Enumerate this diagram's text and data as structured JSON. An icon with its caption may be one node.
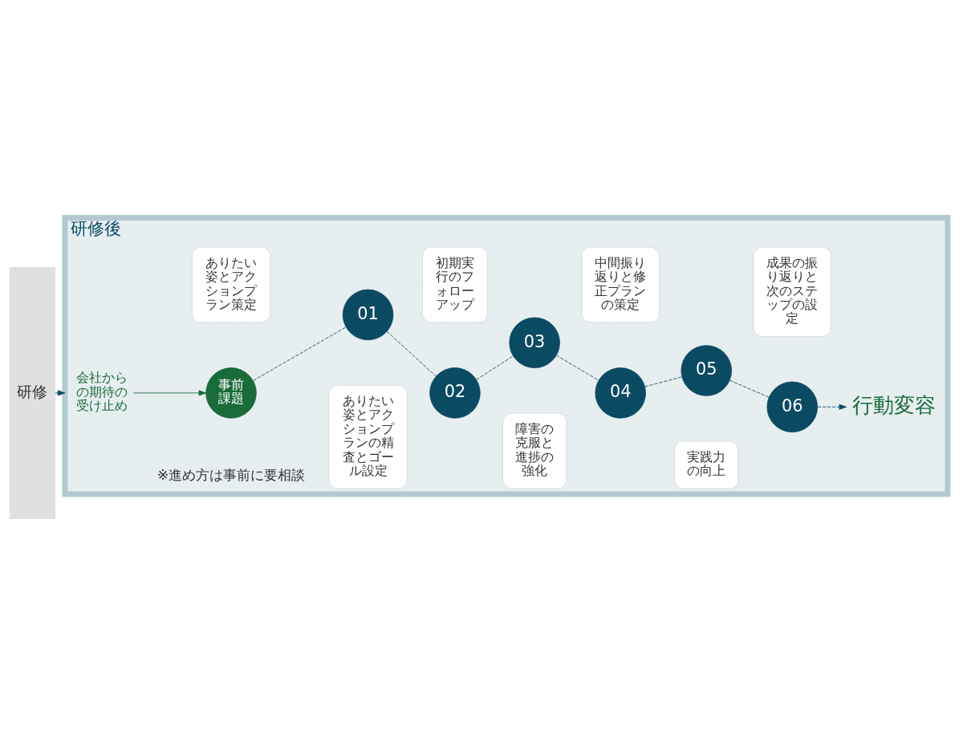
{
  "diagram": {
    "nodes": [
      {
        "text": [
          "研修"
        ]
      },
      {
        "text": [
          "研修後"
        ]
      },
      {
        "text": [
          "会社からの期待の受け止め"
        ],
        "in": 1
      },
      {
        "text": [
          "事前課題"
        ],
        "in": 1
      },
      {
        "text": [
          "ありたい姿とアクションプラン策定"
        ],
        "in": 1
      },
      {
        "text": [
          "01"
        ],
        "in": 1
      },
      {
        "text": [
          "ありたい姿とアクションプランの精査とゴール設定"
        ],
        "in": 1
      },
      {
        "text": [
          "02"
        ],
        "in": 1
      },
      {
        "text": [
          "初期実行のフォローアップ"
        ],
        "in": 1
      },
      {
        "text": [
          "03"
        ],
        "in": 1
      },
      {
        "text": [
          "障害の克服と進捗の強化"
        ],
        "in": 1
      },
      {
        "text": [
          "04"
        ],
        "in": 1
      },
      {
        "text": [
          "中間振り返りと修正プランの策定"
        ],
        "in": 1
      },
      {
        "text": [
          "05"
        ],
        "in": 1
      },
      {
        "text": [
          "実践力の向上"
        ],
        "in": 1
      },
      {
        "text": [
          "06"
        ],
        "in": 1
      },
      {
        "text": [
          "成果の振り返りと次のステップの設定"
        ],
        "in": 1
      },
      {
        "text": [
          "行動変容"
        ],
        "in": 1
      }
    ],
    "edges": [
      {
        "from": 0,
        "to": 1,
        "arrow": "to"
      },
      {
        "from": 2,
        "to": 3,
        "arrow": "to",
        "color": "#1a6b3a"
      },
      {
        "from": 3,
        "to": 5,
        "arrow": "none",
        "style": "dashed"
      },
      {
        "from": 5,
        "to": 7,
        "arrow": "none",
        "style": "dashed"
      },
      {
        "from": 7,
        "to": 9,
        "arrow": "none",
        "style": "dashed"
      },
      {
        "from": 9,
        "to": 11,
        "arrow": "none",
        "style": "dashed"
      },
      {
        "from": 11,
        "to": 13,
        "arrow": "none",
        "style": "dashed"
      },
      {
        "from": 13,
        "to": 15,
        "arrow": "none",
        "style": "dashed"
      },
      {
        "from": 15,
        "to": 17,
        "arrow": "to",
        "style": "dashed"
      }
    ],
    "labels": [
      "※進め方は事前に要相談"
    ]
  }
}
